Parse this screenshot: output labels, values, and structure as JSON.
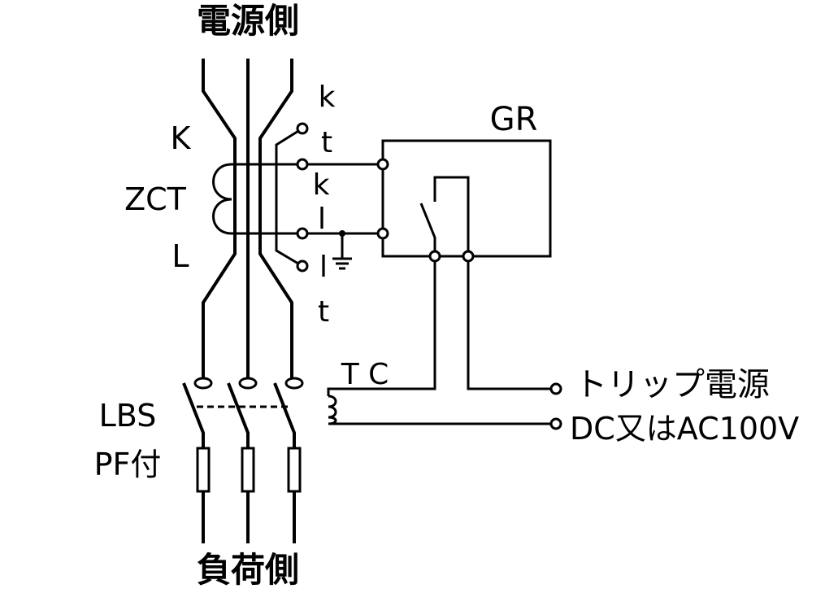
{
  "labels": {
    "source_side": "電源側",
    "load_side": "負荷側",
    "zct_upper": "K",
    "zct_name": "ZCT",
    "zct_lower": "L",
    "term_k_upper": "k",
    "term_t_upper": "t",
    "term_k_lower": "k",
    "term_l_upper": "l",
    "term_l_lower": "l",
    "term_t_lower": "t",
    "relay": "GR",
    "trip_coil": "T C",
    "trip_supply": "トリップ電源",
    "supply_spec": "DC又はAC100V",
    "switch_name": "LBS",
    "switch_fuse": "PF付"
  }
}
